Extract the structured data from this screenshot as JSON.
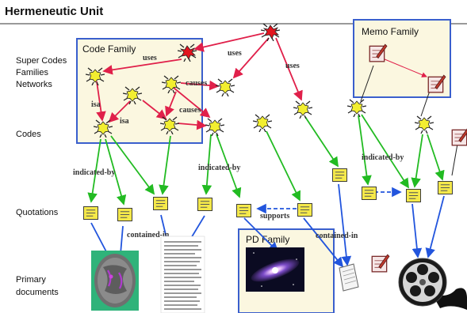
{
  "title": "Hermeneutic Unit",
  "rows": {
    "super": [
      "Super Codes",
      "Families",
      "Networks"
    ],
    "codes": "Codes",
    "quotations": "Quotations",
    "primary": [
      "Primary",
      "documents"
    ]
  },
  "boxes": {
    "code_family": "Code Family",
    "memo_family": "Memo Family",
    "pd_family": "PD Family"
  },
  "relations": {
    "uses": "uses",
    "causes": "causes",
    "isa": "isa",
    "indicated_by": "indicated-by",
    "supports": "supports",
    "contained_in": "contained-in"
  },
  "colors": {
    "code_family_border": "#3a5fcd",
    "box_fill": "#fbf7e0",
    "relation_red": "#e0204a",
    "indicated_green": "#22bb22",
    "contained_blue": "#2255dd",
    "code_yellow": "#f2ee30",
    "super_code_red": "#e3141e",
    "quotation_yellow": "#f5e94a"
  },
  "icons": [
    "code-icon",
    "super-code-icon",
    "quotation-icon",
    "memo-icon",
    "brain-scan-icon",
    "text-document-icon",
    "galaxy-image-icon",
    "paper-document-icon",
    "film-reel-icon"
  ]
}
